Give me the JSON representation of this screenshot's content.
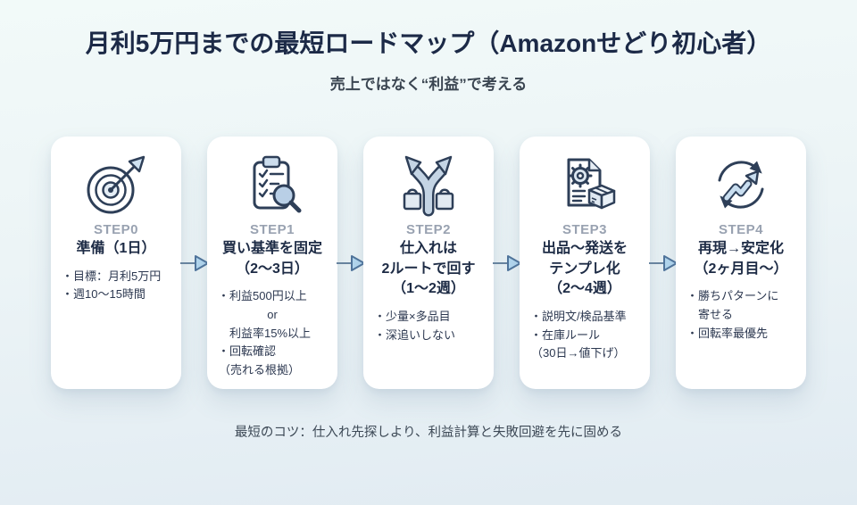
{
  "page": {
    "title": "月利5万円までの最短ロードマップ（Amazonせどり初心者）",
    "subtitle": "売上ではなく“利益”で考える",
    "footer": "最短のコツ：仕入れ先探しより、利益計算と失敗回避を先に固める"
  },
  "colors": {
    "background_top": "#f2faf9",
    "background_bottom": "#e1ebf2",
    "card_bg": "#ffffff",
    "title_navy": "#1c2a47",
    "step_gray": "#99a2b1",
    "body_text": "#2c3850",
    "icon_stroke_navy": "#2e3f58",
    "icon_fill_blue": "#c9def0",
    "icon_fill_gray_blue": "#c4d4e4",
    "arrow_head_fill": "#b3d7ef",
    "arrow_outline": "#4f749b"
  },
  "steps": [
    {
      "icon": "target-icon",
      "step": "STEP0",
      "title_lines": [
        "準備（1日）"
      ],
      "lines": [
        "・目標：月利5万円",
        "・週10〜15時間"
      ]
    },
    {
      "icon": "checklist-magnifier-icon",
      "step": "STEP1",
      "title_lines": [
        "買い基準を固定",
        "（2〜3日）"
      ],
      "lines": [
        "・利益500円以上",
        "or",
        "利益率15%以上",
        "・回転確認",
        "（売れる根拠）"
      ]
    },
    {
      "icon": "branch-routes-icon",
      "step": "STEP2",
      "title_lines": [
        "仕入れは",
        "2ルートで回す",
        "（1〜2週）"
      ],
      "lines": [
        "・少量×多品目",
        "・深追いしない"
      ]
    },
    {
      "icon": "listing-template-icon",
      "step": "STEP3",
      "title_lines": [
        "出品〜発送を",
        "テンプレ化",
        "（2〜4週）"
      ],
      "lines": [
        "・説明文/検品基準",
        "・在庫ルール",
        "（30日→値下げ）"
      ]
    },
    {
      "icon": "repeat-growth-icon",
      "step": "STEP4",
      "title_lines": [
        "再現→安定化",
        "（2ヶ月目〜）"
      ],
      "lines": [
        "・勝ちパターンに",
        "寄せる",
        "・回転率最優先"
      ]
    }
  ]
}
